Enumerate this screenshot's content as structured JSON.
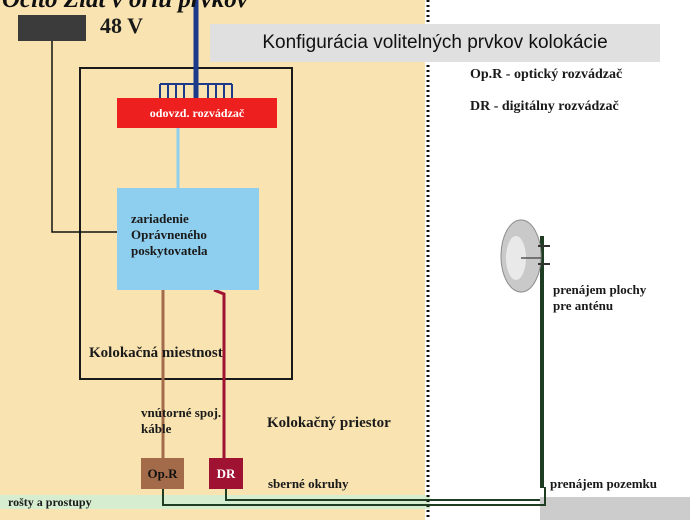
{
  "partial_title": "Ocito Ziat v oriu prvkov",
  "power_label": "48 V",
  "title": "Konfigurácia volitelných prvkov kolokácie",
  "legend": {
    "opr": "Op.R - optický rozvádzač",
    "dr": "DR - digitálny rozvádzač"
  },
  "main_distributor": "odovzd. rozvádzač",
  "equipment": {
    "line1": "zariadenie",
    "line2": "Oprávneného",
    "line3": "poskytovatela"
  },
  "room_label": "Kolokačná miestnost",
  "space_label": "Kolokačný priestor",
  "internal_cables": {
    "line1": "vnútorné spoj.",
    "line2": "káble"
  },
  "opr_box": "Op.R",
  "dr_box": "DR",
  "collection_circuits": "sberné okruhy",
  "cable_trays": "rošty a prostupy",
  "land_lease": "prenájem pozemku",
  "antenna_lease": {
    "line1": "prenájem plochy",
    "line2": "pre anténu"
  },
  "colors": {
    "yellow_zone": "#f9e4b1",
    "main_distributor": "#ee1f1f",
    "equipment": "#8ecfef",
    "opr": "#a36b4a",
    "dr": "#a01232",
    "trays": "#d6edd0",
    "navy_cable": "#1d3a8a"
  }
}
